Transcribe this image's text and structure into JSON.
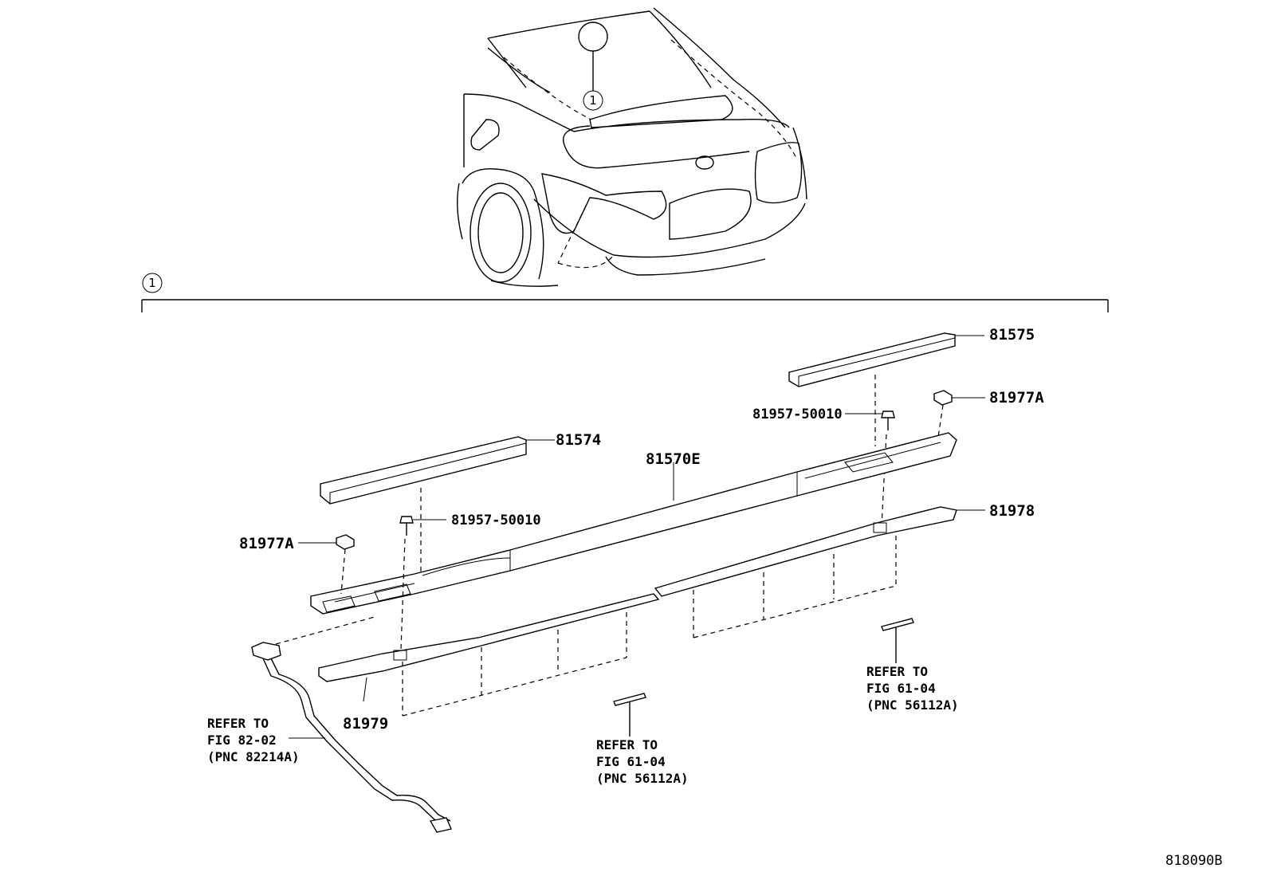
{
  "diagram": {
    "callout_marker": "1",
    "detail_marker": "1",
    "labels": {
      "p81575": "81575",
      "p81977a_right": "81977A",
      "p81957_right": "81957-50010",
      "p81574": "81574",
      "p81570e": "81570E",
      "p81978": "81978",
      "p81957_left": "81957-50010",
      "p81977a_left": "81977A",
      "p81979": "81979"
    },
    "references": {
      "ref_82_02": [
        "REFER TO",
        "FIG 82-02",
        "(PNC 82214A)"
      ],
      "ref_61_04_center": [
        "REFER TO",
        "FIG 61-04",
        "(PNC 56112A)"
      ],
      "ref_61_04_right": [
        "REFER TO",
        "FIG 61-04",
        "(PNC 56112A)"
      ]
    },
    "figure_id": "818090B"
  }
}
